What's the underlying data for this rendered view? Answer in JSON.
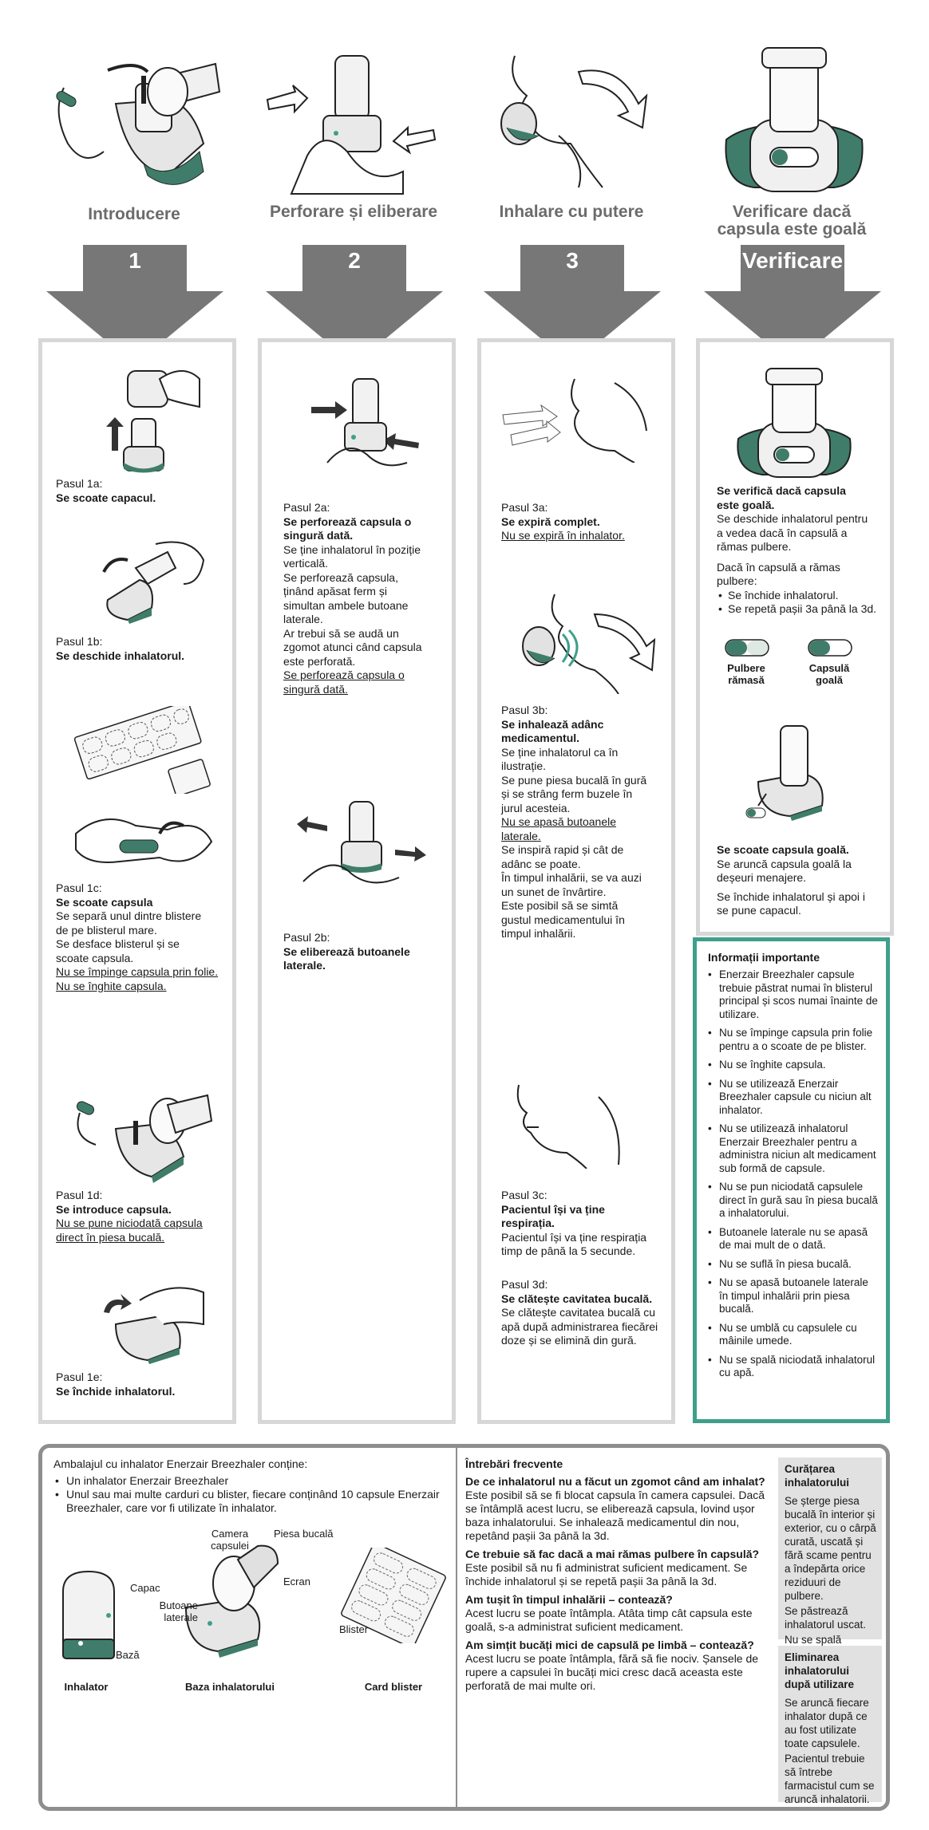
{
  "header": {
    "steps": [
      {
        "title": "Introducere",
        "badge": "1"
      },
      {
        "title": "Perforare și eliberare",
        "badge": "2"
      },
      {
        "title": "Inhalare cu putere",
        "badge": "3"
      },
      {
        "title": "Verificare dacă capsula este goală",
        "badge": "Verificare"
      }
    ]
  },
  "col1": {
    "s1a": {
      "label": "Pasul 1a:",
      "bold": "Se scoate capacul."
    },
    "s1b": {
      "label": "Pasul 1b:",
      "bold": "Se deschide inhalatorul."
    },
    "s1c": {
      "label": "Pasul 1c:",
      "bold": "Se scoate capsula",
      "l1": "Se separă unul dintre blistere",
      "l2": "de pe blisterul mare.",
      "l3": "Se desface blisterul și se",
      "l4": "scoate capsula.",
      "u1": "Nu se împinge capsula prin folie.",
      "u2": "Nu se înghite capsula."
    },
    "s1d": {
      "label": "Pasul 1d:",
      "bold": "Se introduce capsula.",
      "u1": "Nu se pune niciodată capsula",
      "u2": "direct în piesa bucală."
    },
    "s1e": {
      "label": "Pasul 1e:",
      "bold": "Se închide inhalatorul."
    }
  },
  "col2": {
    "s2a": {
      "label": "Pasul 2a:",
      "b1": "Se perforează capsula o",
      "b2": "singură dată.",
      "l1": "Se ține inhalatorul în poziție",
      "l2": "verticală.",
      "l3": "Se perforează capsula,",
      "l4": "ținând apăsat ferm și",
      "l5": "simultan ambele butoane",
      "l6": "laterale.",
      "l7": "Ar trebui să se audă un",
      "l8": "zgomot atunci când capsula",
      "l9": "este perforată.",
      "u1": "Se perforează capsula o",
      "u2": "singură dată."
    },
    "s2b": {
      "label": "Pasul 2b:",
      "b1": "Se eliberează butoanele",
      "b2": "laterale."
    }
  },
  "col3": {
    "s3a": {
      "label": "Pasul 3a:",
      "bold": "Se expiră complet.",
      "u1": "Nu se expiră în inhalator."
    },
    "s3b": {
      "label": "Pasul 3b:",
      "b1": "Se inhalează adânc",
      "b2": "medicamentul.",
      "l1": "Se ține inhalatorul ca în",
      "l2": "ilustrație.",
      "l3": "Se pune piesa bucală în gură",
      "l4": "și se strâng ferm buzele în",
      "l5": "jurul acesteia.",
      "u1": "Nu se apasă butoanele",
      "u2": "laterale.",
      "l6": "Se inspiră rapid și cât de",
      "l7": "adânc se poate.",
      "l8": "În timpul inhalării, se va auzi",
      "l9": "un sunet de învârtire.",
      "l10": "Este posibil să se simtă",
      "l11": "gustul medicamentului în",
      "l12": "timpul inhalării."
    },
    "s3c": {
      "label": "Pasul 3c:",
      "b1": "Pacientul își va ține",
      "b2": "respirația.",
      "l1": "Pacientul își va ține respirația",
      "l2": "timp de până la 5 secunde."
    },
    "s3d": {
      "label": "Pasul 3d:",
      "bold": "Se clătește cavitatea bucală.",
      "l1": "Se clătește cavitatea bucală cu",
      "l2": "apă după administrarea fiecărei",
      "l3": "doze și se elimină din gură."
    }
  },
  "col4": {
    "check": {
      "b1": "Se verifică dacă capsula",
      "b2": "este goală.",
      "l1": "Se deschide inhalatorul pentru",
      "l2": "a vedea dacă în capsulă a",
      "l3": "rămas pulbere.",
      "l4": "Dacă în capsulă a rămas",
      "l5": "pulbere:",
      "bul1": "Se închide inhalatorul.",
      "bul2": "Se repetă pașii 3a până la 3d."
    },
    "caps": {
      "full1": "Pulbere",
      "full2": "rămasă",
      "empty1": "Capsulă",
      "empty2": "goală"
    },
    "remove": {
      "bold": "Se scoate capsula goală.",
      "l1": "Se aruncă capsula goală la",
      "l2": "deșeuri menajere.",
      "l3": "Se închide inhalatorul și apoi i",
      "l4": "se pune capacul."
    }
  },
  "info": {
    "title": "Informații importante",
    "items": [
      "Enerzair Breezhaler capsule trebuie păstrat numai în blisterul principal și scos numai înainte de utilizare.",
      "Nu se împinge capsula prin folie pentru a o scoate de pe blister.",
      "Nu se înghite capsula.",
      "Nu se utilizează Enerzair Breezhaler capsule cu niciun alt inhalator.",
      "Nu se utilizează inhalatorul Enerzair Breezhaler pentru a administra niciun alt medicament sub formă de capsule.",
      "Nu se pun niciodată capsulele direct în gură sau în piesa bucală a inhalatorului.",
      "Butoanele laterale nu se apasă de mai mult de o dată.",
      "Nu se suflă în piesa bucală.",
      "Nu se apasă butoanele laterale în timpul inhalării prin piesa bucală.",
      "Nu se umblă cu capsulele cu mâinile umede.",
      "Nu se spală niciodată inhalatorul cu apă."
    ]
  },
  "contents": {
    "intro": "Ambalajul cu inhalator Enerzair Breezhaler conține:",
    "items": [
      "Un inhalator Enerzair Breezhaler",
      "Unul sau mai multe carduri cu blister, fiecare conținând 10 capsule Enerzair Breezhaler, care vor fi utilizate în inhalator."
    ],
    "parts": {
      "capac": "Capac",
      "baza": "Bază",
      "camera": "Camera capsulei",
      "piesa": "Piesa bucală",
      "ecran": "Ecran",
      "butoane": "Butoane laterale",
      "blister": "Blister"
    },
    "captions": {
      "inhalator": "Inhalator",
      "baza": "Baza inhalatorului",
      "card": "Card blister"
    }
  },
  "faq": {
    "title": "Întrebări frecvente",
    "q1": "De ce inhalatorul nu a făcut un zgomot când am inhalat?",
    "a1": "Este posibil să se fi blocat capsula în camera capsulei. Dacă se întâmplă acest lucru, se eliberează capsula, lovind ușor baza inhalatorului. Se inhalează medicamentul din nou, repetând pașii 3a până la 3d.",
    "q2": "Ce trebuie să fac dacă a mai rămas pulbere în capsulă?",
    "a2": "Este posibil să nu fi administrat suficient medicament. Se închide inhalatorul și se repetă pașii 3a până la 3d.",
    "q3": "Am tușit în timpul inhalării – contează?",
    "a3": "Acest lucru se poate întâmpla. Atâta timp cât capsula este goală, s-a administrat suficient medicament.",
    "q4": "Am simțit bucăți mici de capsulă pe limbă – contează?",
    "a4": "Acest lucru se poate întâmpla, fără să fie nociv. Șansele de rupere a capsulei în bucăți mici cresc dacă aceasta este perforată de mai multe ori."
  },
  "cleaning": {
    "title": "Curățarea inhalatorului",
    "p1": "Se șterge piesa bucală în interior și exterior, cu o cârpă curată, uscată și fără scame pentru a îndepărta orice reziduuri de pulbere.",
    "p2": "Se păstrează inhalatorul uscat.",
    "p3": "Nu se spală niciodată inhalatorul cu apă."
  },
  "disposal": {
    "title": "Eliminarea inhalatorului după utilizare",
    "p1": "Se aruncă fiecare inhalator după ce au fost utilizate toate capsulele.",
    "p2": "Pacientul trebuie să întrebe farmacistul cum se aruncă inhalatorii."
  },
  "colors": {
    "accent": "#3f9f8a",
    "arrow": "#777777",
    "border": "#d7d7d7"
  }
}
